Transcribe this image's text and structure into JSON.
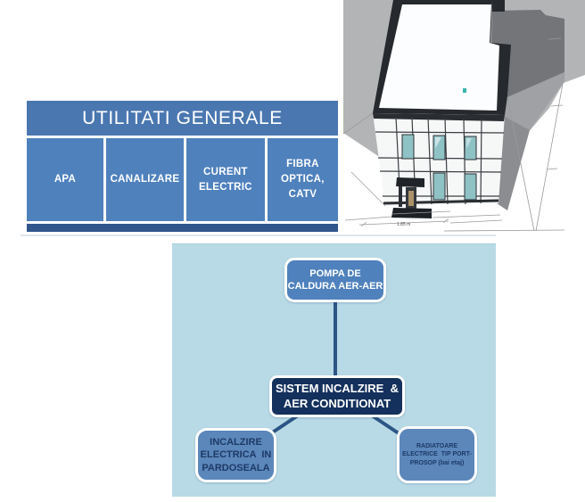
{
  "slide": {
    "utilities_table": {
      "title": "UTILITATI GENERALE",
      "cells": [
        {
          "label": "APA"
        },
        {
          "label": "CANALIZARE"
        },
        {
          "label": "CURENT\nELECTRIC"
        },
        {
          "label": "FIBRA\nOPTICA,\nCATV"
        }
      ]
    },
    "building_render": {
      "dimension_label": "1.85 m"
    },
    "hvac_diagram": {
      "top_node": {
        "lines": [
          "POMPA DE",
          "CALDURA AER-AER"
        ]
      },
      "center_node": {
        "lines": [
          "SISTEM INCALZIRE  &",
          "AER CONDITIONAT"
        ]
      },
      "bottom_left_node": {
        "lines": [
          "INCALZIRE",
          "ELECTRICA  IN",
          "PARDOSEALA"
        ]
      },
      "bottom_right_node": {
        "lines": [
          "RADIATOARE",
          "ELECTRICE  TIP PORT-",
          "PROSOP (bai etaj)"
        ]
      }
    },
    "colors": {
      "table_header_blue": "#4a77b0",
      "table_cell_blue": "#4f81bd",
      "table_footer_blue": "#30568c",
      "panel_light_blue": "#b8dae6",
      "node_medium_blue": "#5b87bb",
      "node_dark_navy": "#14305c",
      "node_navy_text": "#1e3a66",
      "connector_steel_blue": "#2b5685",
      "window_glass_teal": "#8fc2c5",
      "render_background_gray": "#b2b4b6",
      "render_parapet_dark": "#26292d"
    }
  }
}
